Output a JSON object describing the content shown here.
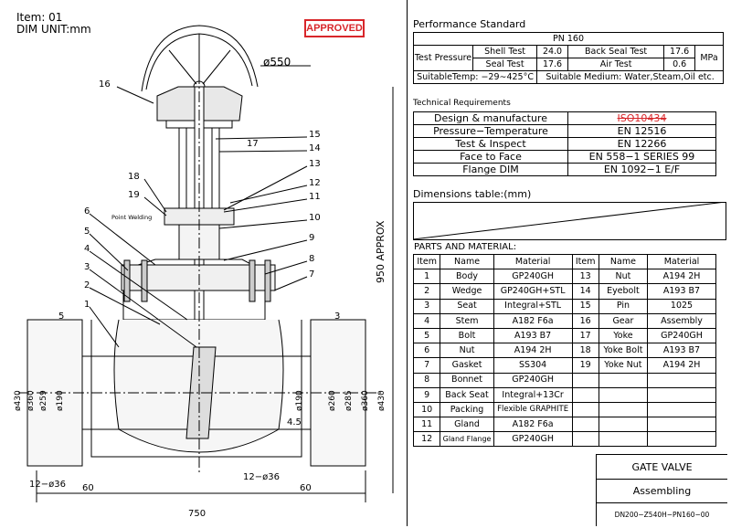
{
  "header": {
    "item": "Item: 01",
    "dim_unit": "DIM UNIT:mm",
    "stamp": "APPROVED",
    "stamp_color": "#d8262a"
  },
  "drawing": {
    "diameter_handwheel": "ø550",
    "height_label": "950 APPROX",
    "point_welding": "Point Welding",
    "left_dims": [
      "ø430",
      "ø360",
      "ø259",
      "ø190"
    ],
    "right_dims": [
      "ø190",
      "ø260",
      "ø285",
      "ø360",
      "ø430"
    ],
    "dim_5": "5",
    "dim_3": "3",
    "dim_4_5": "4.5",
    "bolts_left": "12−ø36",
    "bolts_right": "12−ø36",
    "flange_left": "60",
    "flange_right": "60",
    "length": "750",
    "balloons": [
      "1",
      "2",
      "3",
      "4",
      "5",
      "6",
      "7",
      "8",
      "9",
      "10",
      "11",
      "12",
      "13",
      "14",
      "15",
      "16",
      "17",
      "18",
      "19"
    ]
  },
  "performance": {
    "title": "Performance Standard",
    "pn": "PN        160",
    "test_pressure": "Test Pressure",
    "shell_test": "Shell Test",
    "shell_val": "24.0",
    "back_seal_test": "Back Seal Test",
    "back_seal_val": "17.6",
    "unit": "MPa",
    "seal_test": "Seal Test",
    "seal_val": "17.6",
    "air_test": "Air Test",
    "air_val": "0.6",
    "suitable_temp": "SuitableTemp: −29∼425°C",
    "suitable_medium": "Suitable Medium: Water,Steam,Oil etc."
  },
  "technical": {
    "title": "Technical Requirements",
    "rows": [
      {
        "label": "Design & manufacture",
        "value": "ISO10434"
      },
      {
        "label": "Pressure−Temperature",
        "value": "EN 12516"
      },
      {
        "label": "Test & Inspect",
        "value": "EN 12266"
      },
      {
        "label": "Face to Face",
        "value": "EN 558−1 SERIES 99"
      },
      {
        "label": "Flange DIM",
        "value": "EN 1092−1 E/F"
      }
    ]
  },
  "dimensions": {
    "title": "Dimensions table:(mm)"
  },
  "parts": {
    "title": "PARTS AND MATERIAL:",
    "headers": [
      "Item",
      "Name",
      "Material",
      "Item",
      "Name",
      "Material"
    ],
    "rows": [
      [
        "1",
        "Body",
        "GP240GH",
        "13",
        "Nut",
        "A194 2H"
      ],
      [
        "2",
        "Wedge",
        "GP240GH+STL",
        "14",
        "Eyebolt",
        "A193 B7"
      ],
      [
        "3",
        "Seat",
        "Integral+STL",
        "15",
        "Pin",
        "1025"
      ],
      [
        "4",
        "Stem",
        "A182 F6a",
        "16",
        "Gear",
        "Assembly"
      ],
      [
        "5",
        "Bolt",
        "A193 B7",
        "17",
        "Yoke",
        "GP240GH"
      ],
      [
        "6",
        "Nut",
        "A194 2H",
        "18",
        "Yoke Bolt",
        "A193 B7"
      ],
      [
        "7",
        "Gasket",
        "SS304",
        "19",
        "Yoke Nut",
        "A194 2H"
      ],
      [
        "8",
        "Bonnet",
        "GP240GH",
        "",
        "",
        ""
      ],
      [
        "9",
        "Back Seat",
        "Integral+13Cr",
        "",
        "",
        ""
      ],
      [
        "10",
        "Packing",
        "Flexible GRAPHITE",
        "",
        "",
        ""
      ],
      [
        "11",
        "Gland",
        "A182 F6a",
        "",
        "",
        ""
      ],
      [
        "12",
        "Gland Flange",
        "GP240GH",
        "",
        "",
        ""
      ]
    ]
  },
  "title_block": {
    "name": "GATE VALVE",
    "kind": "Assembling",
    "code": "DN200−Z540H−PN160−00"
  }
}
